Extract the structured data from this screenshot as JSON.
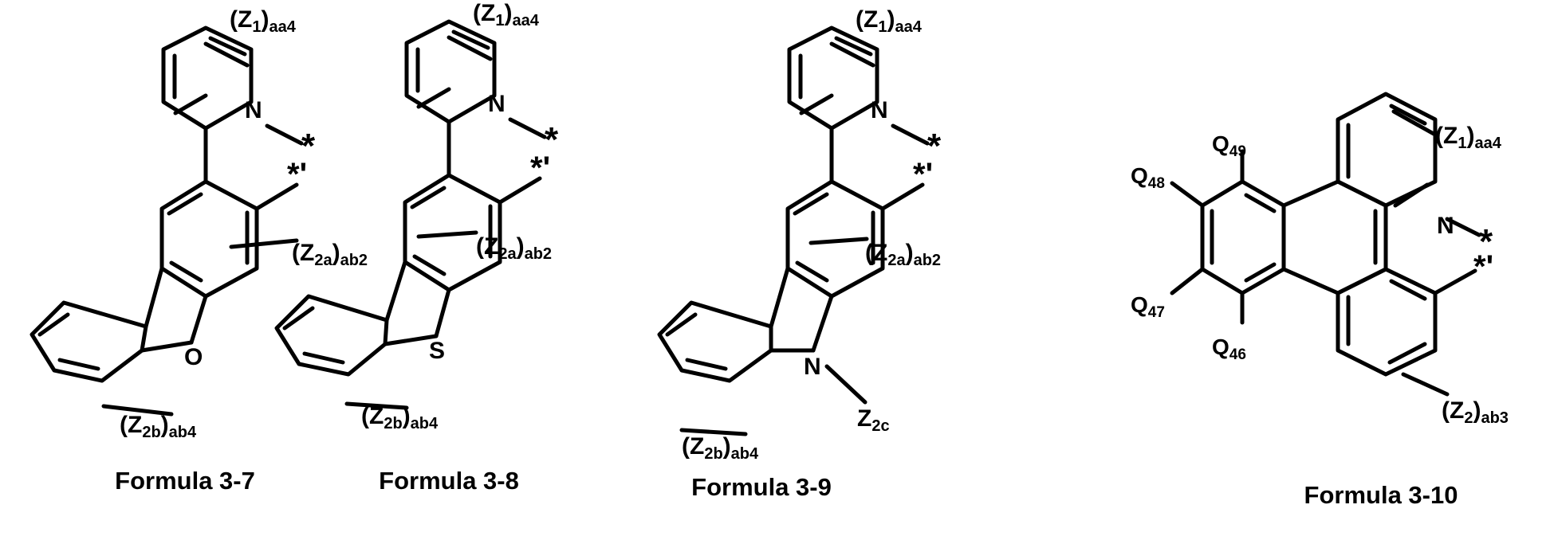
{
  "structures": [
    {
      "caption": "Formula 3-7",
      "heteroatom": "O",
      "z1": "Z",
      "z1_sub": "1",
      "z1_sub2": "aa4",
      "z2a": "Z",
      "z2a_sub": "2a",
      "z2a_sub2": "ab2",
      "z2b": "Z",
      "z2b_sub": "2b",
      "z2b_sub2": "ab4",
      "n": "N",
      "star": "*",
      "star_prime": "*'"
    },
    {
      "caption": "Formula 3-8",
      "heteroatom": "S",
      "z1": "Z",
      "z1_sub": "1",
      "z1_sub2": "aa4",
      "z2a": "Z",
      "z2a_sub": "2a",
      "z2a_sub2": "ab2",
      "z2b": "Z",
      "z2b_sub": "2b",
      "z2b_sub2": "ab4",
      "n": "N",
      "star": "*",
      "star_prime": "*'"
    },
    {
      "caption": "Formula 3-9",
      "heteroatom": "N",
      "z1": "Z",
      "z1_sub": "1",
      "z1_sub2": "aa4",
      "z2a": "Z",
      "z2a_sub": "2a",
      "z2a_sub2": "ab2",
      "z2b": "Z",
      "z2b_sub": "2b",
      "z2b_sub2": "ab4",
      "z2c": "Z",
      "z2c_sub": "2c",
      "n": "N",
      "star": "*",
      "star_prime": "*'"
    },
    {
      "caption": "Formula 3-10",
      "z1": "Z",
      "z1_sub": "1",
      "z1_sub2": "aa4",
      "z2": "Z",
      "z2_sub": "2",
      "z2_sub2": "ab3",
      "q46": "Q",
      "q46_sub": "46",
      "q47": "Q",
      "q47_sub": "47",
      "q48": "Q",
      "q48_sub": "48",
      "q49": "Q",
      "q49_sub": "49",
      "n": "N",
      "star": "*",
      "star_prime": "*'"
    }
  ]
}
